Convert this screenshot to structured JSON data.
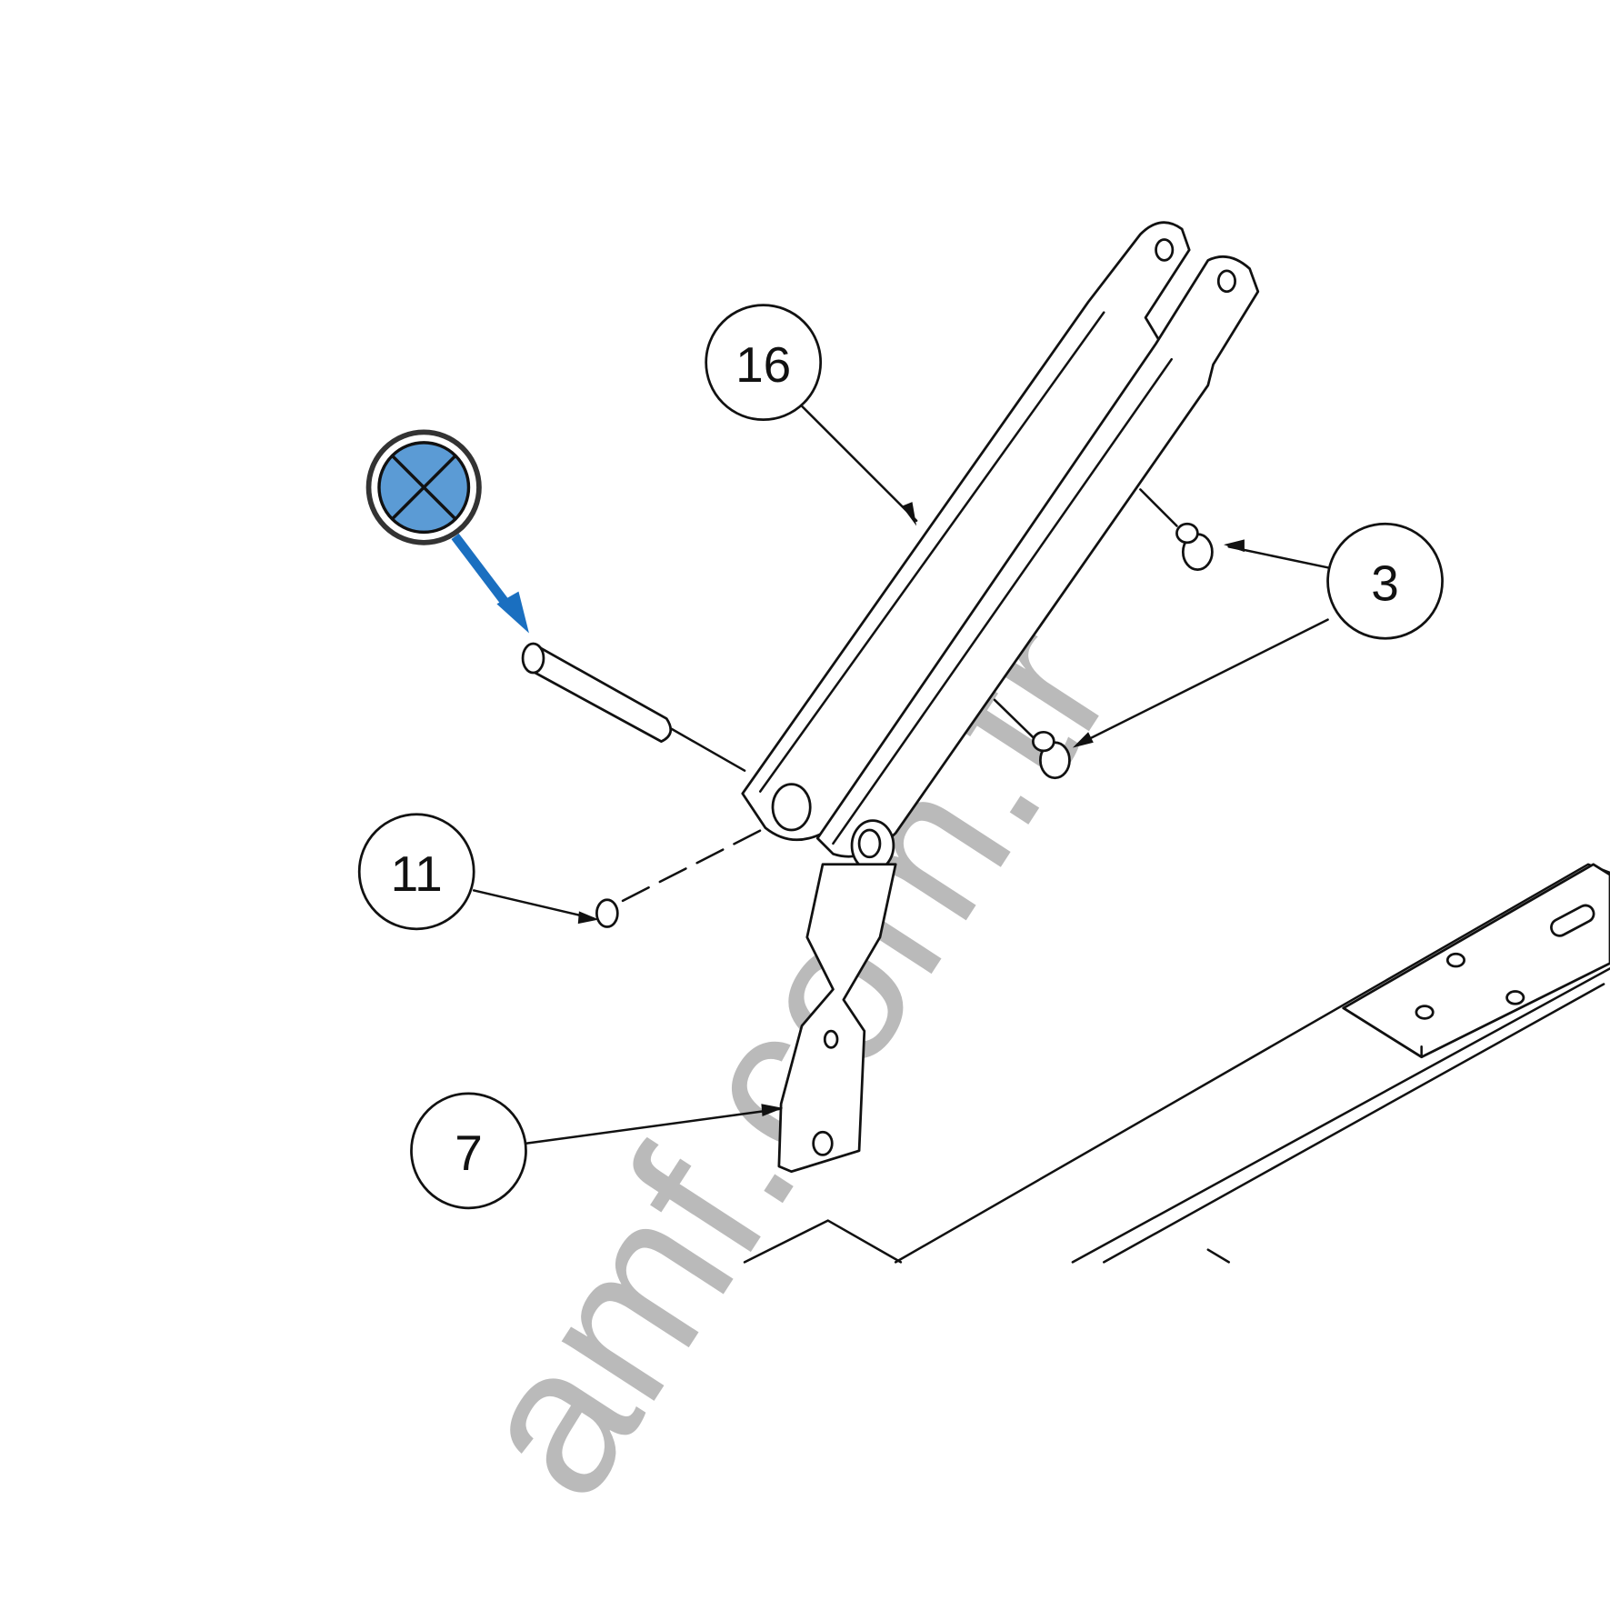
{
  "callouts": [
    {
      "id": "16",
      "label": "16"
    },
    {
      "id": "3",
      "label": "3"
    },
    {
      "id": "11",
      "label": "11"
    },
    {
      "id": "7",
      "label": "7"
    }
  ],
  "marker": {
    "icon": "crossed-circle-icon",
    "fill": "#5b9bd5",
    "arrow_color": "#1a6fc0"
  },
  "watermark": "amf.com.tr"
}
